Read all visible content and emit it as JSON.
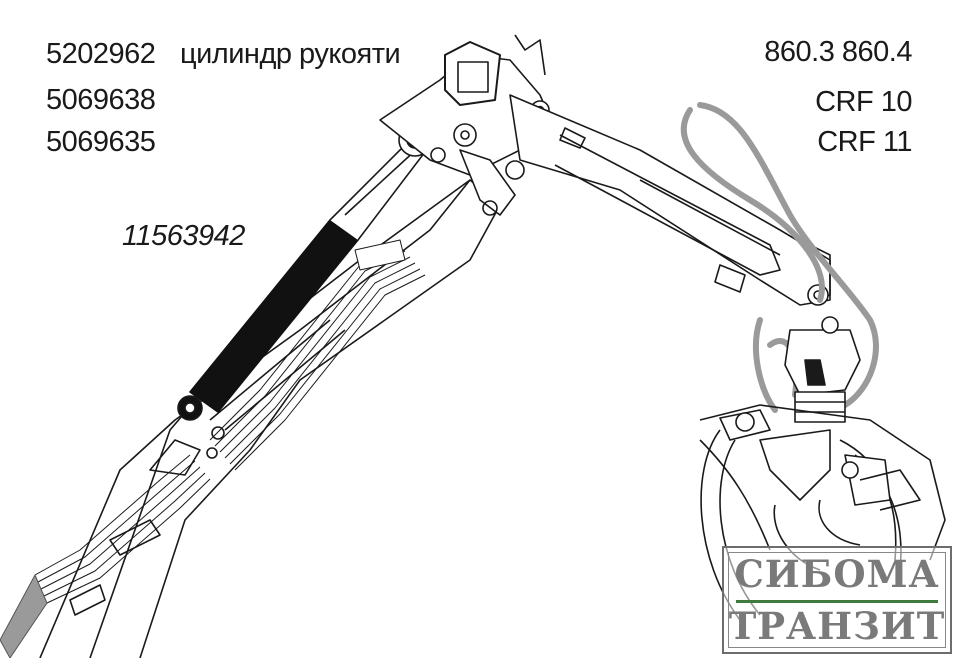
{
  "part_numbers": {
    "line1_number": "5202962",
    "line1_name": "цилиндр рукояти",
    "line2": "5069638",
    "line3": "5069635",
    "cylinder_ref": "11563942"
  },
  "models": {
    "line1": "860.3 860.4",
    "line2": "CRF 10",
    "line3": "CRF 11"
  },
  "logo": {
    "line1": "СИБОМА",
    "line2": "ТРАНЗИТ",
    "text_color": "#7a7a7a",
    "stripe_color": "#3f7a3f"
  },
  "colors": {
    "line": "#1a1a1a",
    "cylinder": "#111111",
    "hose_gray": "#9a9a9a"
  }
}
